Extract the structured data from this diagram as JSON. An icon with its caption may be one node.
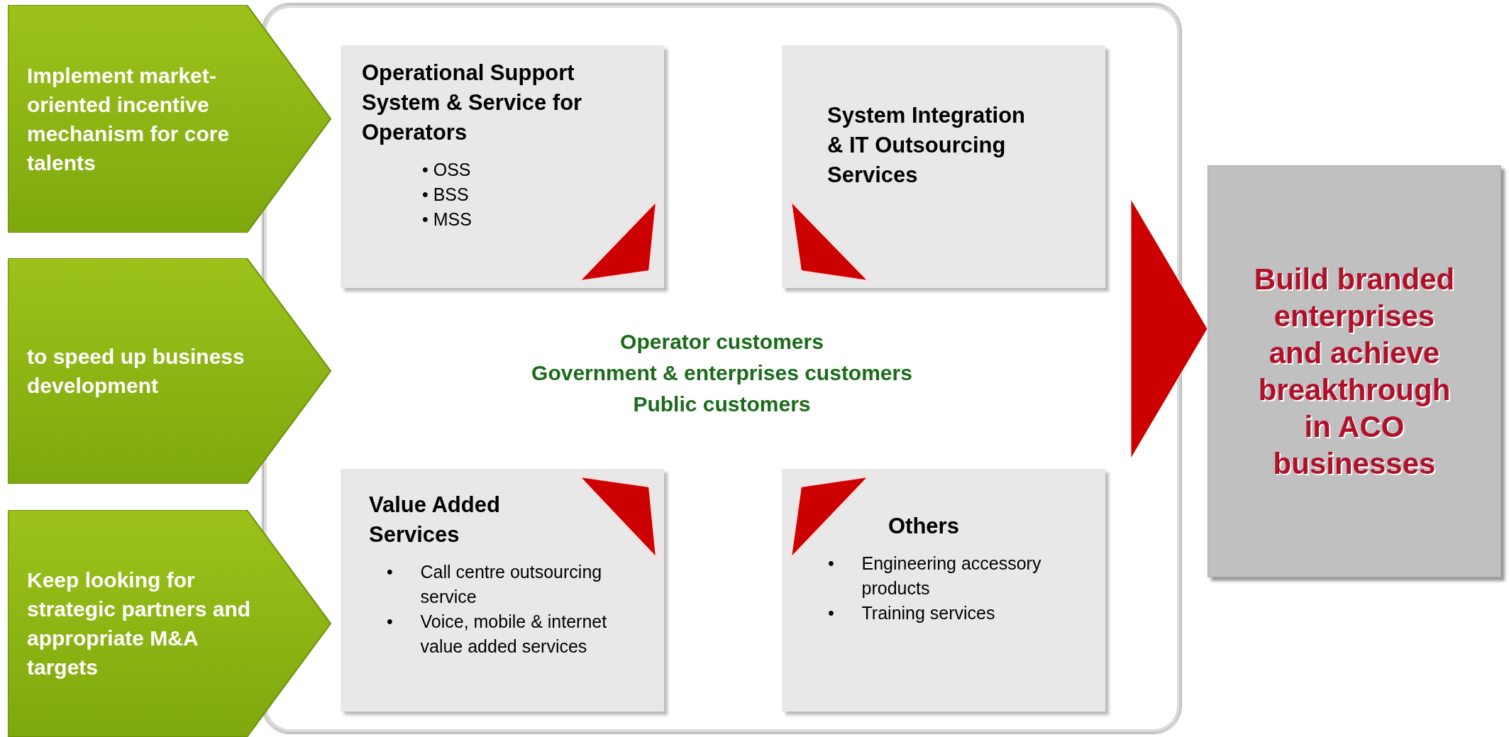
{
  "diagram": {
    "nodes": [
      {
        "text": [
          "Implement market-oriented incentive mechanism for core talents"
        ]
      },
      {
        "text": [
          "to speed up business development"
        ]
      },
      {
        "text": [
          "Keep looking for strategic partners and appropriate M&A targets"
        ]
      },
      {
        "text": [
          "Operator customers",
          "Government & enterprises customers",
          "Public customers"
        ]
      },
      {
        "text": [
          "Operational Support System & Service for Operators",
          "• OSS",
          "• BSS",
          "• MSS"
        ],
        "in": 3
      },
      {
        "text": [
          "System Integration & IT Outsourcing Services"
        ],
        "in": 3
      },
      {
        "text": [
          "Value Added Services",
          "•\tCall centre outsourcing service",
          "•\tVoice, mobile & internet value added services"
        ],
        "in": 3
      },
      {
        "text": [
          "Others",
          "•\tEngineering accessory products",
          "•\tTraining services"
        ],
        "in": 3
      },
      {
        "text": [
          "Build branded enterprises and achieve breakthrough in ACO businesses"
        ]
      }
    ],
    "edges": [
      {
        "from": 3,
        "to": 8,
        "arrow": "to",
        "color": "#cc0000"
      }
    ]
  }
}
